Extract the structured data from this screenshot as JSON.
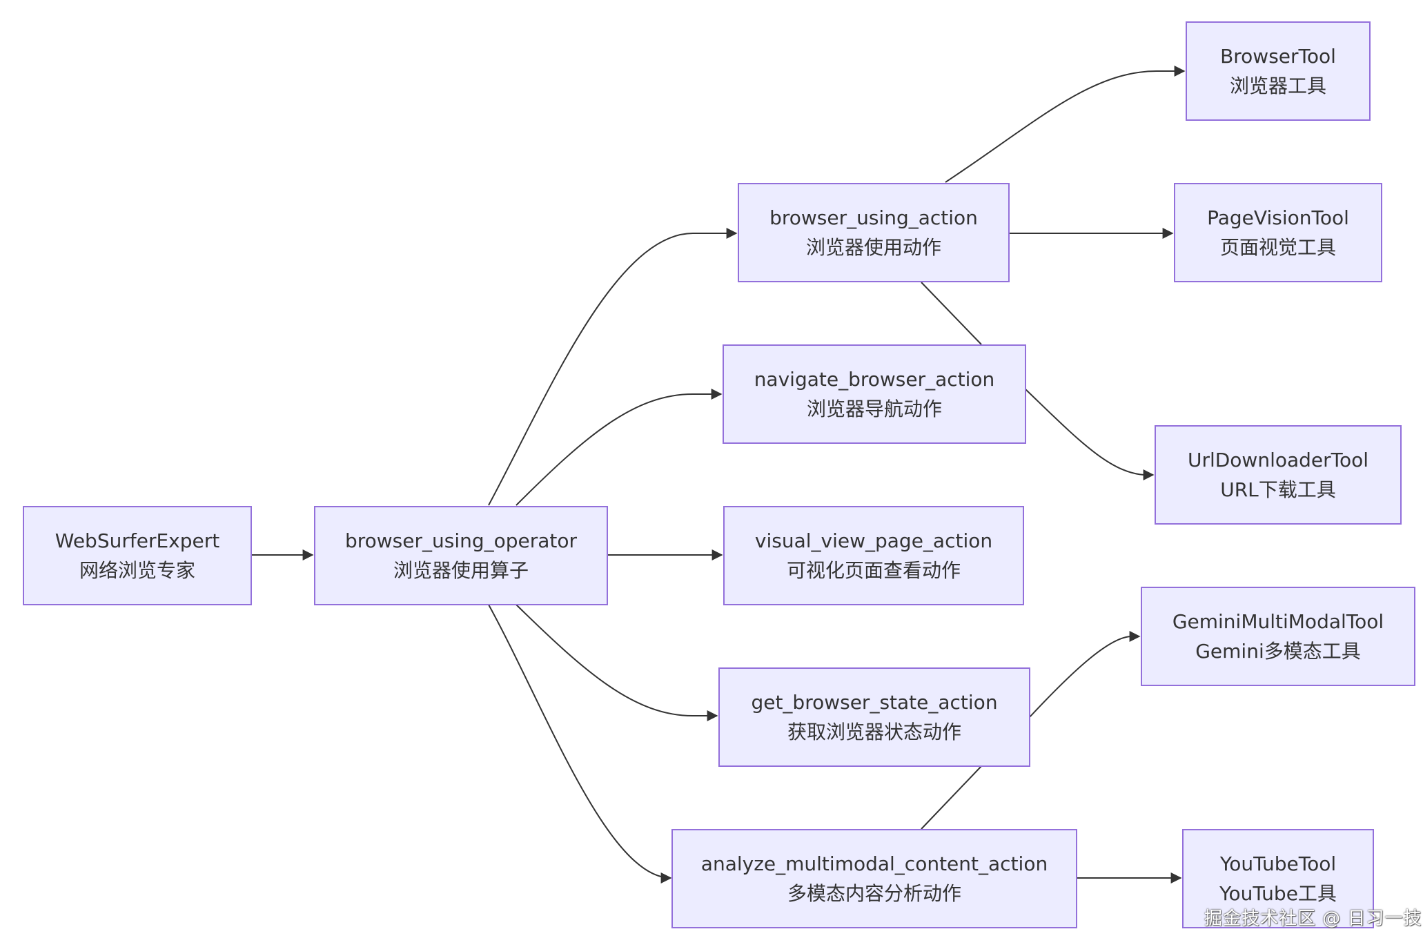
{
  "nodes": [
    {
      "key": "web_surfer",
      "line1": "WebSurferExpert",
      "line2": "网络浏览专家"
    },
    {
      "key": "operator",
      "line1": "browser_using_operator",
      "line2": "浏览器使用算子"
    },
    {
      "key": "using_action",
      "line1": "browser_using_action",
      "line2": "浏览器使用动作"
    },
    {
      "key": "navigate_action",
      "line1": "navigate_browser_action",
      "line2": "浏览器导航动作"
    },
    {
      "key": "visual_view_action",
      "line1": "visual_view_page_action",
      "line2": "可视化页面查看动作"
    },
    {
      "key": "state_action",
      "line1": "get_browser_state_action",
      "line2": "获取浏览器状态动作"
    },
    {
      "key": "multimodal_action",
      "line1": "analyze_multimodal_content_action",
      "line2": "多模态内容分析动作"
    },
    {
      "key": "browser_tool",
      "line1": "BrowserTool",
      "line2": "浏览器工具"
    },
    {
      "key": "page_vision_tool",
      "line1": "PageVisionTool",
      "line2": "页面视觉工具"
    },
    {
      "key": "url_downloader_tool",
      "line1": "UrlDownloaderTool",
      "line2": "URL下载工具"
    },
    {
      "key": "gemini_tool",
      "line1": "GeminiMultiModalTool",
      "line2": "Gemini多模态工具"
    },
    {
      "key": "youtube_tool",
      "line1": "YouTubeTool",
      "line2": "YouTube工具"
    }
  ],
  "edges": [
    {
      "from": "web_surfer",
      "to": "operator"
    },
    {
      "from": "operator",
      "to": "using_action"
    },
    {
      "from": "operator",
      "to": "navigate_action"
    },
    {
      "from": "operator",
      "to": "visual_view_action"
    },
    {
      "from": "operator",
      "to": "state_action"
    },
    {
      "from": "operator",
      "to": "multimodal_action"
    },
    {
      "from": "using_action",
      "to": "browser_tool"
    },
    {
      "from": "using_action",
      "to": "page_vision_tool"
    },
    {
      "from": "using_action",
      "to": "url_downloader_tool"
    },
    {
      "from": "navigate_action",
      "to": "url_downloader_tool"
    },
    {
      "from": "state_action",
      "to": "gemini_tool"
    },
    {
      "from": "multimodal_action",
      "to": "gemini_tool"
    },
    {
      "from": "multimodal_action",
      "to": "youtube_tool"
    }
  ],
  "colors": {
    "node_fill": "#ececff",
    "node_stroke": "#9370db",
    "edge": "#333333",
    "text": "#333333"
  },
  "watermark": "掘金技术社区 @ 日习一技"
}
